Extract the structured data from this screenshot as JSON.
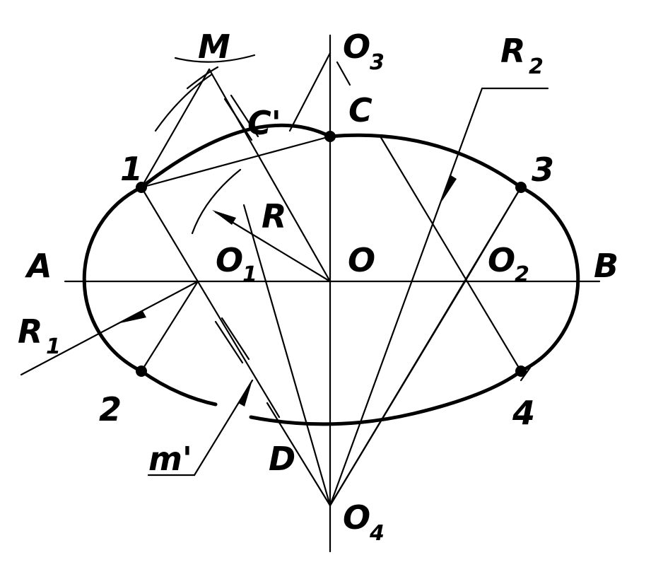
{
  "labels": {
    "M": "M",
    "O3": "O",
    "O3_sub": "3",
    "R2": "R",
    "R2_sub": "2",
    "C_prime": "C'",
    "C": "C",
    "p1": "1",
    "p3": "3",
    "R": "R",
    "A": "A",
    "O1": "O",
    "O1_sub": "1",
    "O": "O",
    "O2": "O",
    "O2_sub": "2",
    "B": "B",
    "R1": "R",
    "R1_sub": "1",
    "p2": "2",
    "p4": "4",
    "m_prime": "m'",
    "D": "D",
    "O4": "O",
    "O4_sub": "4"
  }
}
